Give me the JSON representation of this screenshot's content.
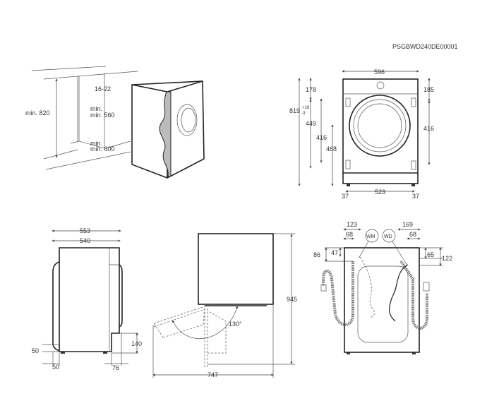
{
  "doc_code": "PSGBWD240DE00001",
  "installation_view": {
    "height": "min. 820",
    "gap": "16-22",
    "width": "min. 560",
    "depth": "min. 600"
  },
  "front_view": {
    "width": "596",
    "height": "819",
    "height_tol_plus": "+18",
    "height_tol_minus": "-3",
    "top_left": "178",
    "left_449": "449",
    "left_416": "416",
    "center_height": "468",
    "top_right": "185",
    "right_416": "416",
    "foot_left": "37",
    "foot_span": "523",
    "foot_right": "37"
  },
  "side_view": {
    "depth_total": "553",
    "depth_body": "540",
    "door_bottom": "50",
    "door_offset": "50",
    "back_step_height": "140",
    "back_step_depth": "76"
  },
  "top_view": {
    "depth_open": "945",
    "width_open": "747",
    "door_angle": "130°"
  },
  "back_view": {
    "left_outer": "123",
    "left_inner": "68",
    "right_outer": "169",
    "right_inner": "68",
    "left_top_outer": "86",
    "left_top_inner": "47",
    "right_top_inner": "65",
    "right_top_outer": "122",
    "wm_label": "WM",
    "wd_label": "WD"
  }
}
